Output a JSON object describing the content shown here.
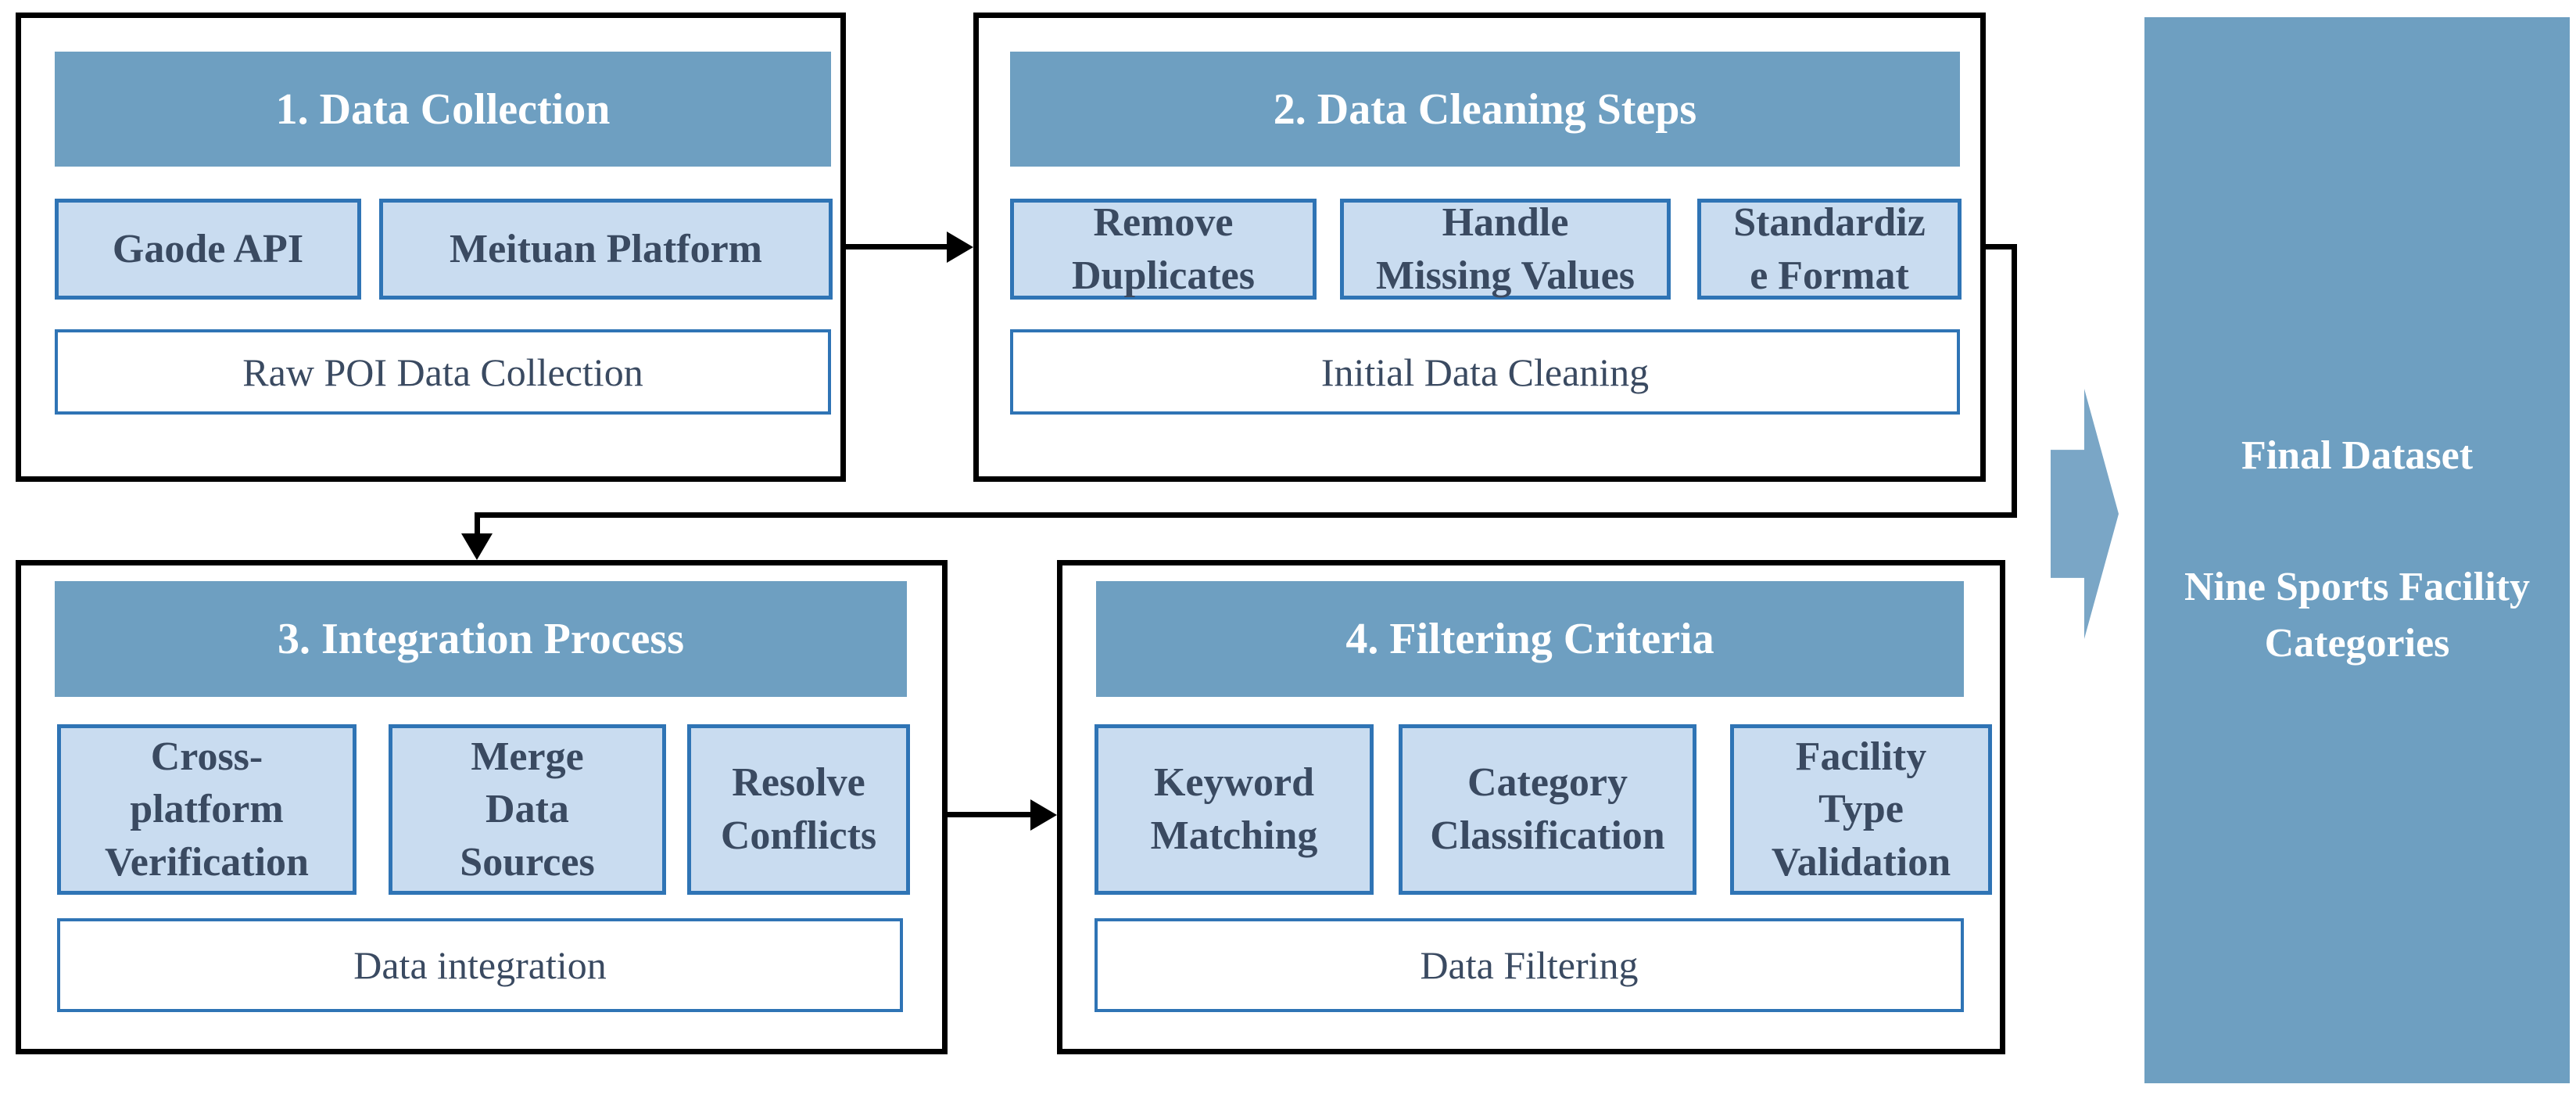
{
  "colors": {
    "header_fill": "#6E9FC1",
    "final_panel_fill": "#6E9FC1",
    "block_arrow_fill": "#7AA6C6",
    "subbox_fill": "#C9DCF0",
    "subbox_border": "#2F74B5",
    "dark_text": "#3A4A61",
    "connector": "#000000",
    "background": "#FFFFFF"
  },
  "sections": [
    {
      "header": "1. Data Collection",
      "items": [
        "Gaode API",
        "Meituan Platform"
      ],
      "output": "Raw POI Data Collection"
    },
    {
      "header": "2. Data Cleaning Steps",
      "items": [
        "Remove\nDuplicates",
        "Handle\nMissing Values",
        "Standardiz\ne Format"
      ],
      "output": "Initial Data Cleaning"
    },
    {
      "header": "3. Integration Process",
      "items": [
        "Cross-\nplatform\nVerification",
        "Merge\nData\nSources",
        "Resolve\nConflicts"
      ],
      "output": "Data integration"
    },
    {
      "header": "4. Filtering Criteria",
      "items": [
        "Keyword\nMatching",
        "Category\nClassification",
        "Facility\nType\nValidation"
      ],
      "output": "Data Filtering"
    }
  ],
  "final": {
    "title": "Final Dataset",
    "subtitle": "Nine Sports Facility\nCategories"
  }
}
